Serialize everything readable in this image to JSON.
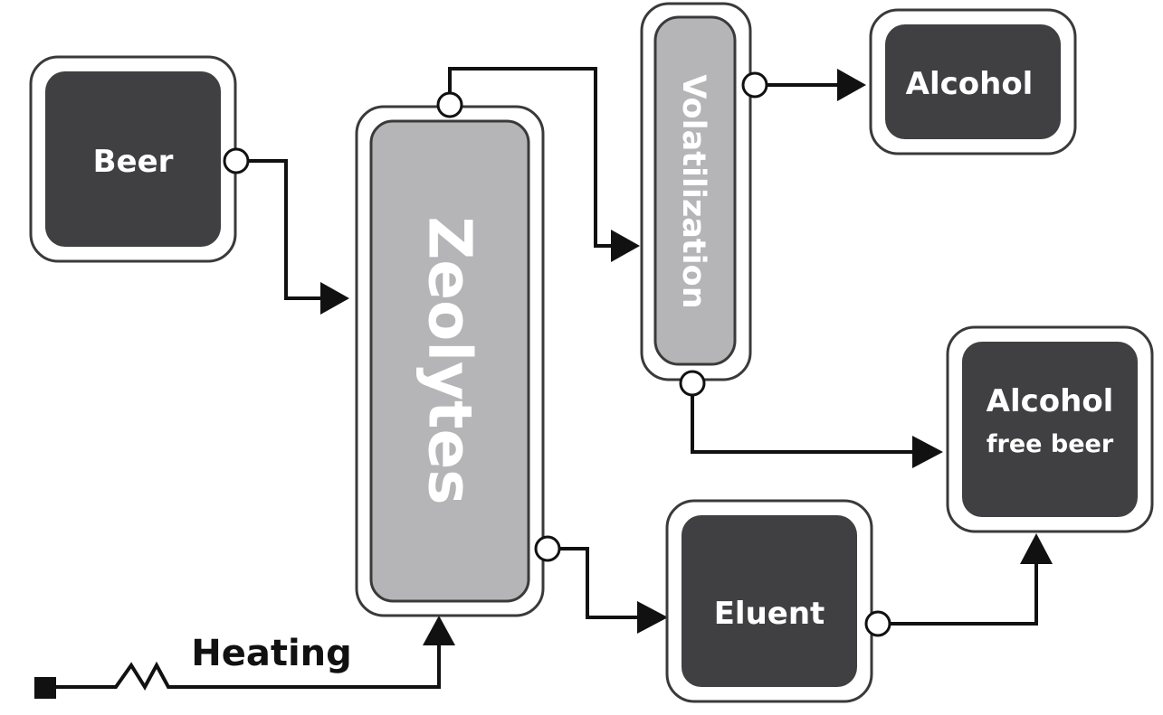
{
  "nodes": {
    "beer": {
      "label": "Beer"
    },
    "zeolytes": {
      "label": "Zeolytes"
    },
    "volatilization": {
      "label": "Volatilization"
    },
    "alcohol": {
      "label": "Alcohol"
    },
    "alcohol_free_beer": {
      "line1": "Alcohol",
      "line2": "free beer"
    },
    "eluent": {
      "label": "Eluent"
    }
  },
  "heating": {
    "label": "Heating"
  },
  "colors": {
    "dark_box": "#404042",
    "light_box": "#b5b5b7",
    "outline": "#3a3a3a",
    "line": "#111111"
  }
}
